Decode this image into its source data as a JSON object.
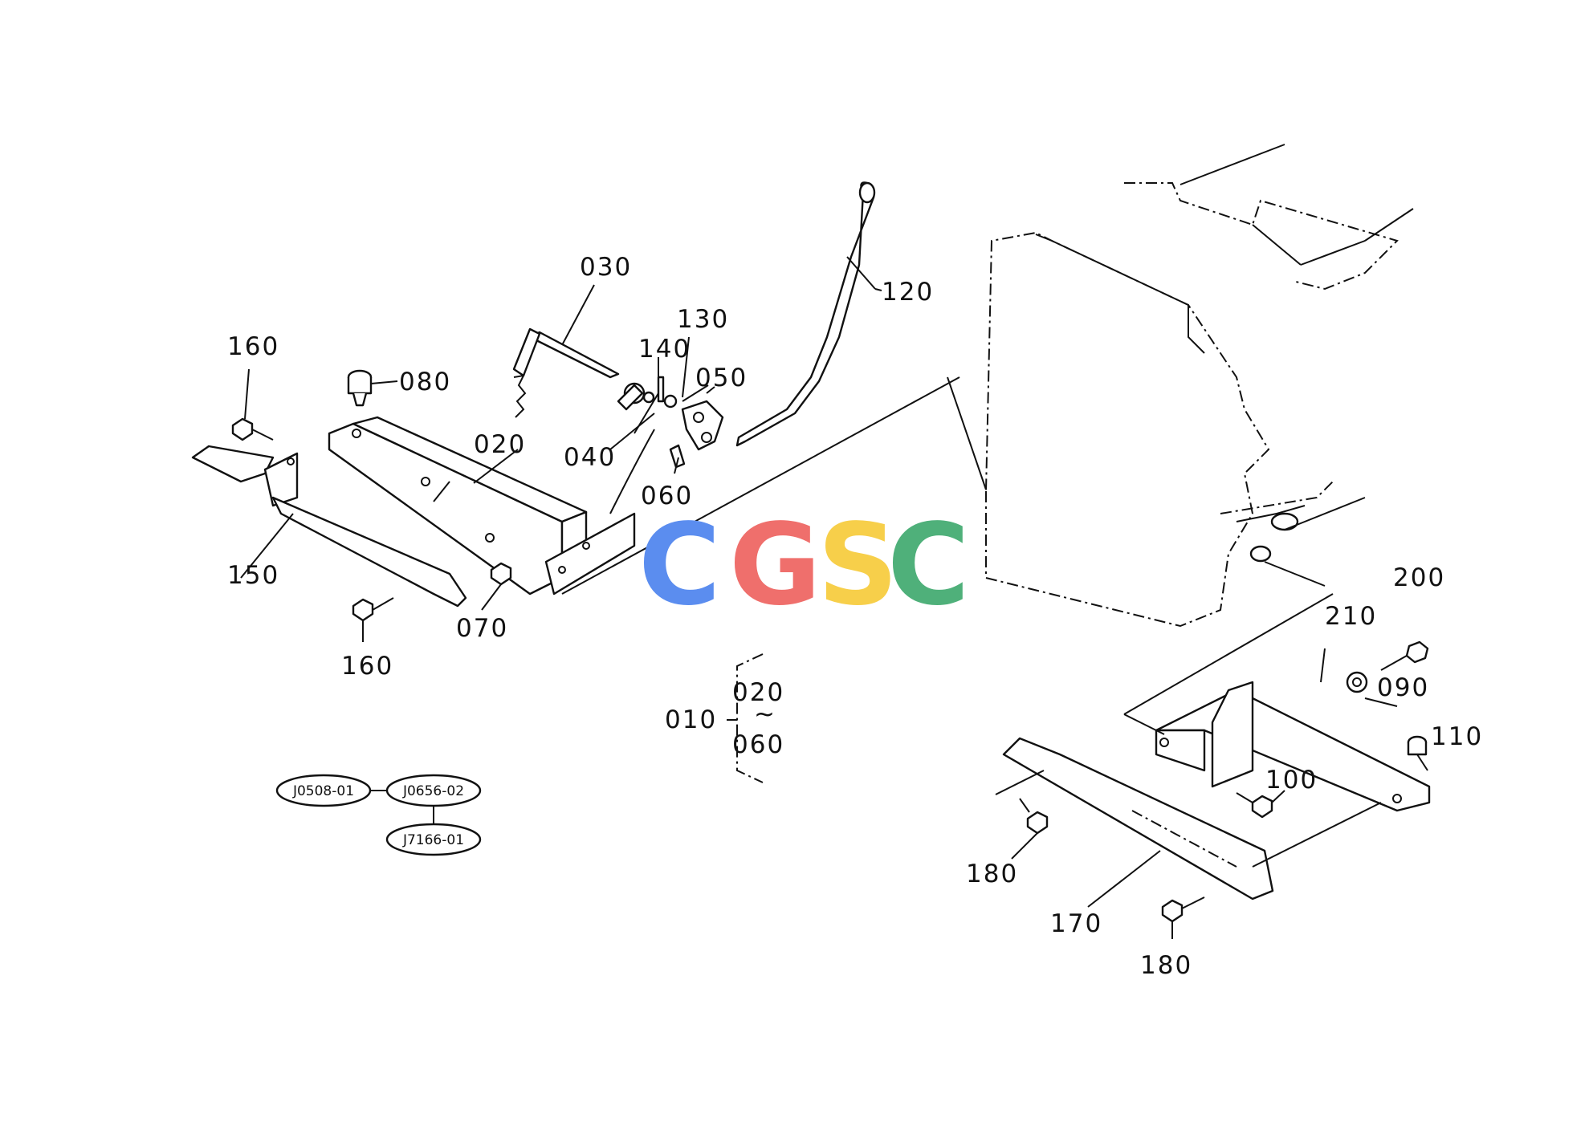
{
  "parts": {
    "p010": "010",
    "p020a": "020",
    "p020b": "020",
    "p030": "030",
    "p040": "040",
    "p050": "050",
    "p060a": "060",
    "p060b": "060",
    "p070": "070",
    "p080": "080",
    "p090": "090",
    "p100": "100",
    "p110": "110",
    "p120": "120",
    "p130": "130",
    "p140": "140",
    "p150": "150",
    "p160a": "160",
    "p160b": "160",
    "p170": "170",
    "p180a": "180",
    "p180b": "180",
    "p200": "200",
    "p210": "210",
    "range_tilde": "~"
  },
  "references": {
    "ref1": "J0508-01",
    "ref2": "J0656-02",
    "ref3": "J7166-01"
  },
  "watermark": {
    "letters": [
      "C",
      "G",
      "S",
      "C"
    ],
    "colors": [
      "#5b8def",
      "#ef6f6c",
      "#f7cf4a",
      "#4fb07a"
    ]
  }
}
